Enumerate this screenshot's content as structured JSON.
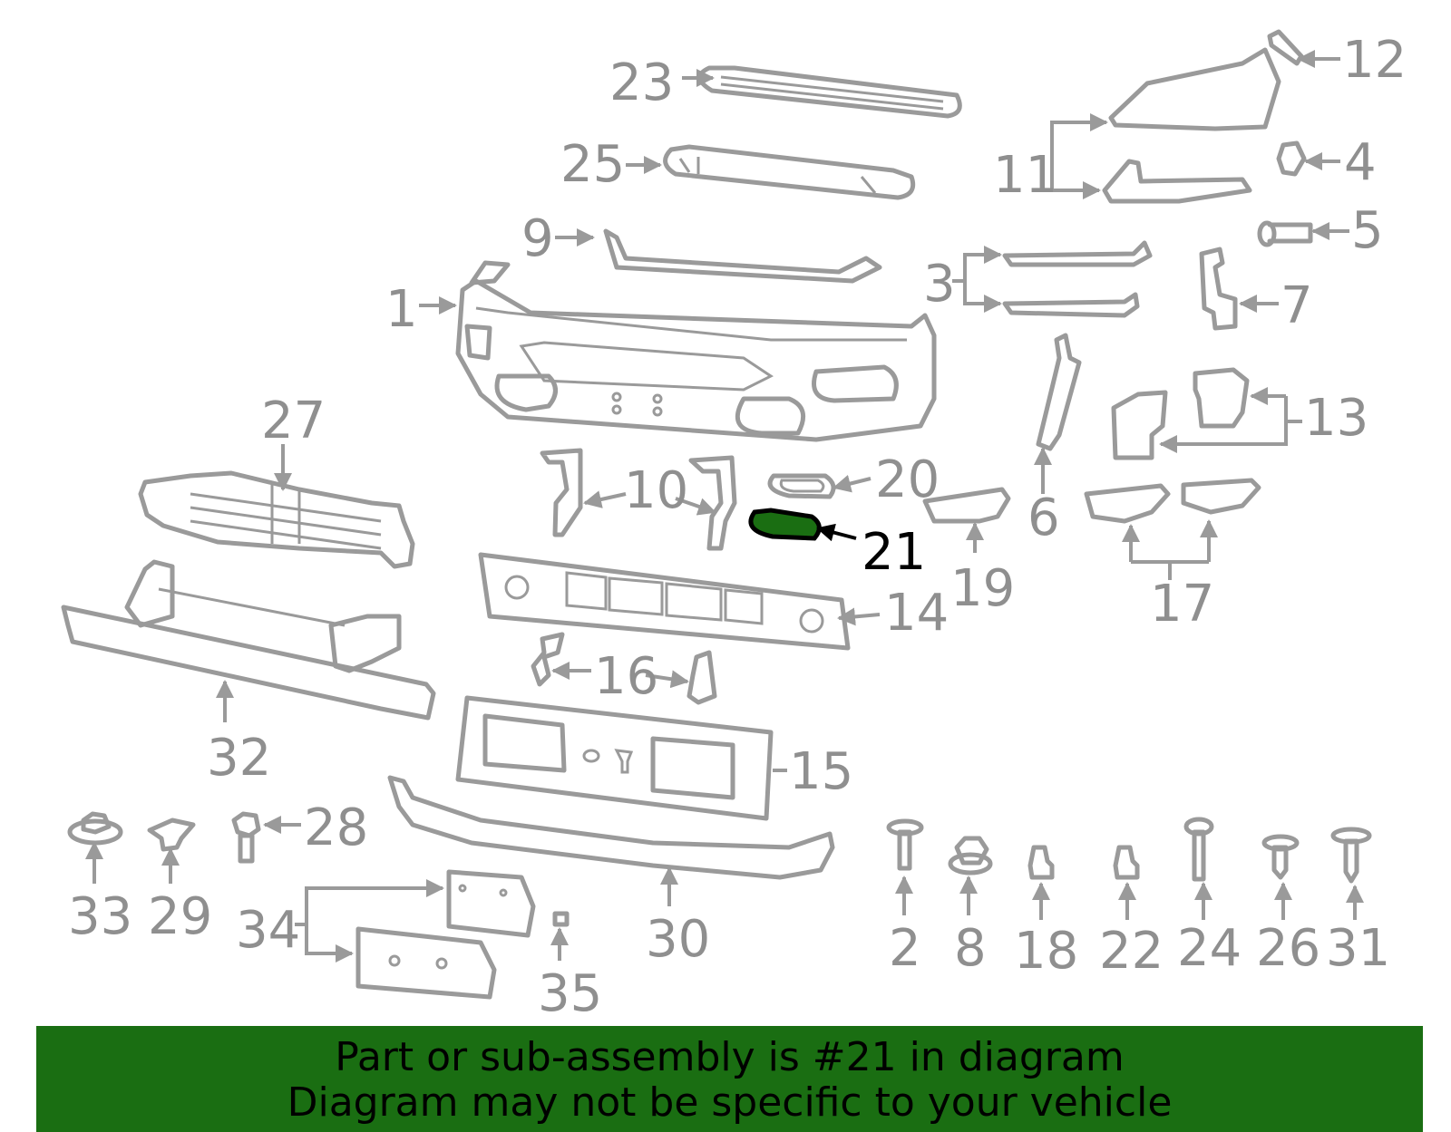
{
  "diagram": {
    "highlighted_callout": "21",
    "callouts": [
      "1",
      "2",
      "3",
      "4",
      "5",
      "6",
      "7",
      "8",
      "9",
      "10",
      "11",
      "12",
      "13",
      "14",
      "15",
      "16",
      "17",
      "18",
      "19",
      "20",
      "21",
      "22",
      "23",
      "24",
      "25",
      "26",
      "27",
      "28",
      "29",
      "30",
      "31",
      "32",
      "33",
      "34",
      "35"
    ],
    "colors": {
      "line_art": "#9a9a9a",
      "label_text": "#8f8f8f",
      "highlight_fill": "#1a6e12",
      "highlight_label": "#000000"
    }
  },
  "banner": {
    "line1": "Part or sub-assembly is #21 in diagram",
    "line2": "Diagram may not be specific to your vehicle",
    "background": "#1a6e12"
  }
}
